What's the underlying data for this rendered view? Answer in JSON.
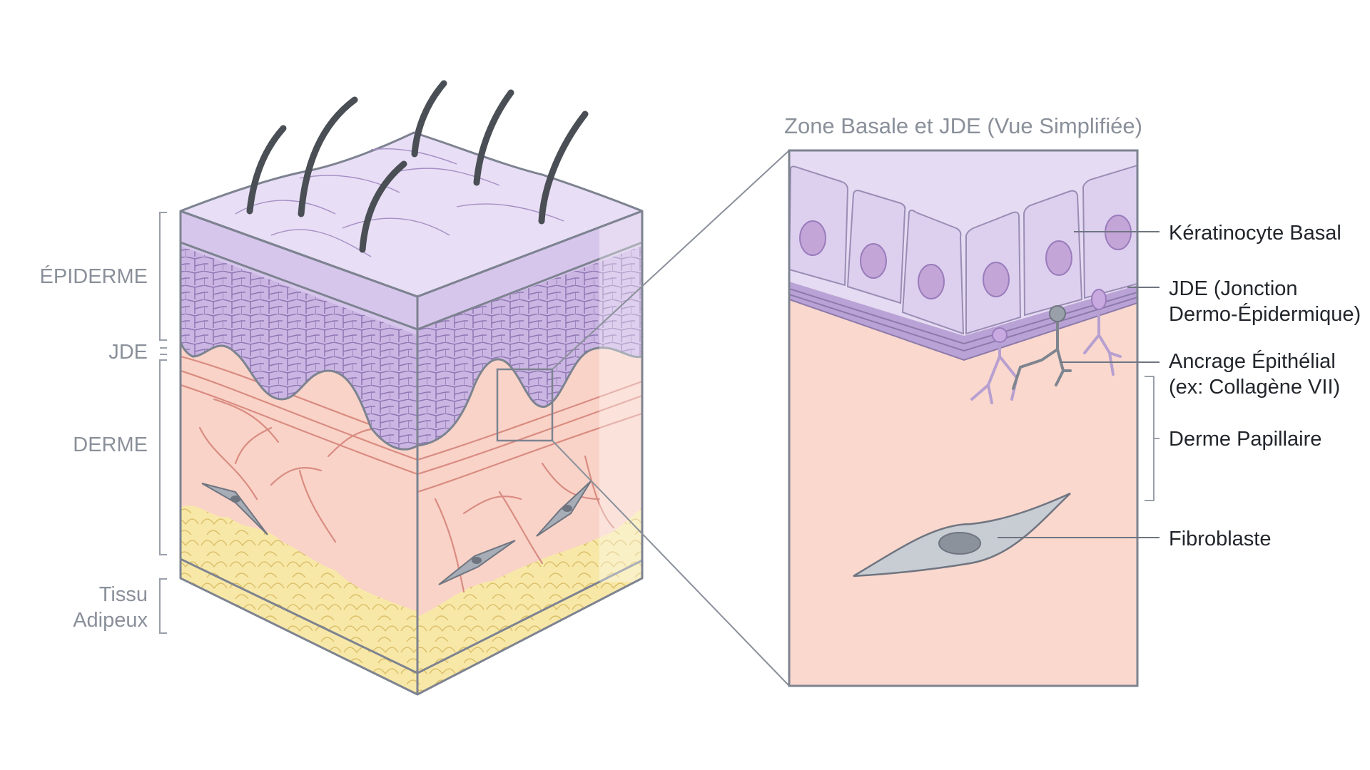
{
  "left_labels": {
    "epiderme": "ÉPIDERME",
    "jde": "JDE",
    "derme": "DERME",
    "tissu_line1": "Tissu",
    "tissu_line2": "Adipeux"
  },
  "inset": {
    "title": "Zone Basale et JDE (Vue Simplifiée)",
    "labels": {
      "keratinocyte": "Kératinocyte Basal",
      "jde_line1": "JDE (Jonction",
      "jde_line2": "Dermo-Épidermique)",
      "ancrage_line1": "Ancrage Épithélial",
      "ancrage_line2": "(ex: Collagène VII)",
      "derme_papillaire": "Derme Papillaire",
      "fibroblaste": "Fibroblaste"
    }
  },
  "colors": {
    "epidermis": "#d9c8ec",
    "dermis": "#f9d6cc",
    "fat": "#f7e7a6",
    "outline": "#7d8390"
  }
}
